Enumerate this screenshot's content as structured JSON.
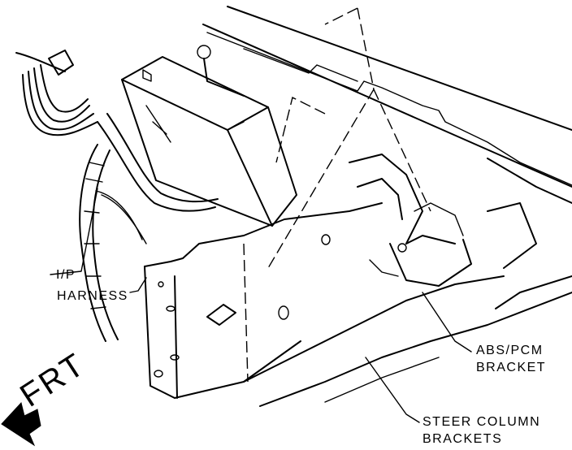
{
  "labels": {
    "ip_harness_line1": "I/P",
    "ip_harness_line2": "HARNESS",
    "abs_pcm_line1": "ABS/PCM",
    "abs_pcm_line2": "BRACKET",
    "steer_line1": "STEER COLUMN",
    "steer_line2": "BRACKETS",
    "front": "FRT"
  }
}
